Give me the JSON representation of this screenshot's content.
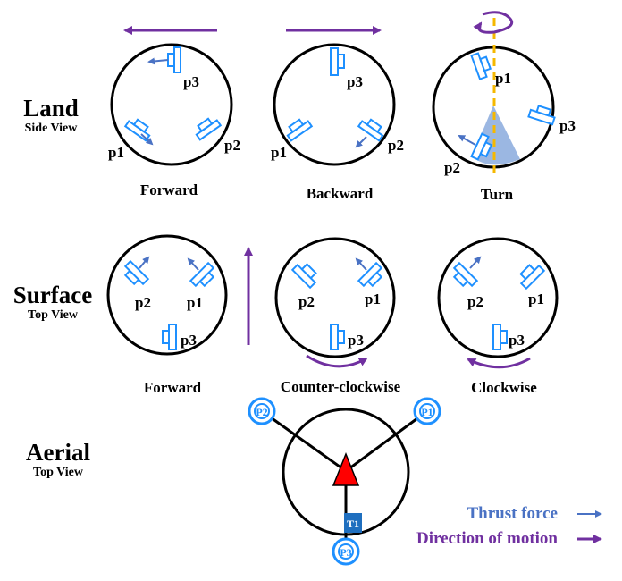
{
  "rows": {
    "land": {
      "title": "Land",
      "subtitle": "Side View"
    },
    "surface": {
      "title": "Surface",
      "subtitle": "Top View"
    },
    "aerial": {
      "title": "Aerial",
      "subtitle": "Top View"
    }
  },
  "land": {
    "forward": {
      "caption": "Forward",
      "p1": "p1",
      "p2": "p2",
      "p3": "p3"
    },
    "backward": {
      "caption": "Backward",
      "p1": "p1",
      "p2": "p2",
      "p3": "p3"
    },
    "turn": {
      "caption": "Turn",
      "p1": "p1",
      "p2": "p2",
      "p3": "p3"
    }
  },
  "surface": {
    "forward": {
      "caption": "Forward",
      "p1": "p1",
      "p2": "p2",
      "p3": "p3"
    },
    "ccw": {
      "caption": "Counter-clockwise",
      "p1": "p1",
      "p2": "p2",
      "p3": "p3"
    },
    "cw": {
      "caption": "Clockwise",
      "p1": "p1",
      "p2": "p2",
      "p3": "p3"
    }
  },
  "aerial": {
    "P1": "P1",
    "P2": "P2",
    "P3": "P3",
    "T1": "T1"
  },
  "legend": {
    "thrust": "Thrust force",
    "motion": "Direction of motion"
  },
  "colors": {
    "thrust": "#4a72c4",
    "motion": "#7030a0",
    "propeller": "#1e90ff",
    "axis": "#f5b800",
    "triangle": "#ff0000",
    "t1_box": "#1f6fbf",
    "turn_sector": "#7a9fd8"
  }
}
